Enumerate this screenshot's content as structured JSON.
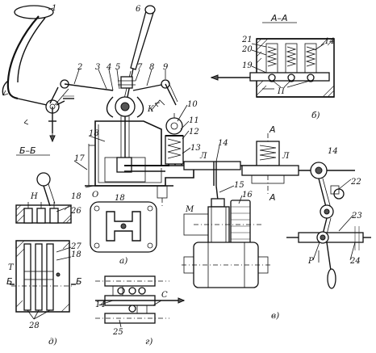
{
  "numbers": {
    "n1": "1",
    "n2": "2",
    "n3": "3",
    "n4": "4",
    "n5": "5",
    "n6": "6",
    "n7": "7",
    "n8": "8",
    "n9": "9",
    "n10": "10",
    "n11": "11",
    "n12": "12",
    "n13": "13",
    "n14a": "14",
    "n14b": "14",
    "n14c": "14",
    "n14d": "14",
    "n15": "15",
    "n16": "16",
    "n17": "17",
    "n18a": "18",
    "n18b": "18",
    "n18c": "18",
    "n18d": "18",
    "n19": "19",
    "n20": "20",
    "n21": "21",
    "n22": "22",
    "n23": "23",
    "n24": "24",
    "n25": "25",
    "n26": "26",
    "n27": "27",
    "n28": "28"
  },
  "letters": {
    "k": "К",
    "l1": "Л",
    "l2": "Л",
    "o": "О",
    "m": "М",
    "p": "П",
    "n": "Н",
    "t": "Т",
    "s": "С",
    "r": "Р"
  },
  "sections": {
    "aa_top": "А–А",
    "a_upper": "А",
    "a_lower": "А",
    "bb": "Б–Б",
    "b_left": "Б",
    "b_right": "Б"
  },
  "captions": {
    "a": "а)",
    "b": "б)",
    "v": "в)",
    "g": "г)",
    "d": "д)"
  }
}
